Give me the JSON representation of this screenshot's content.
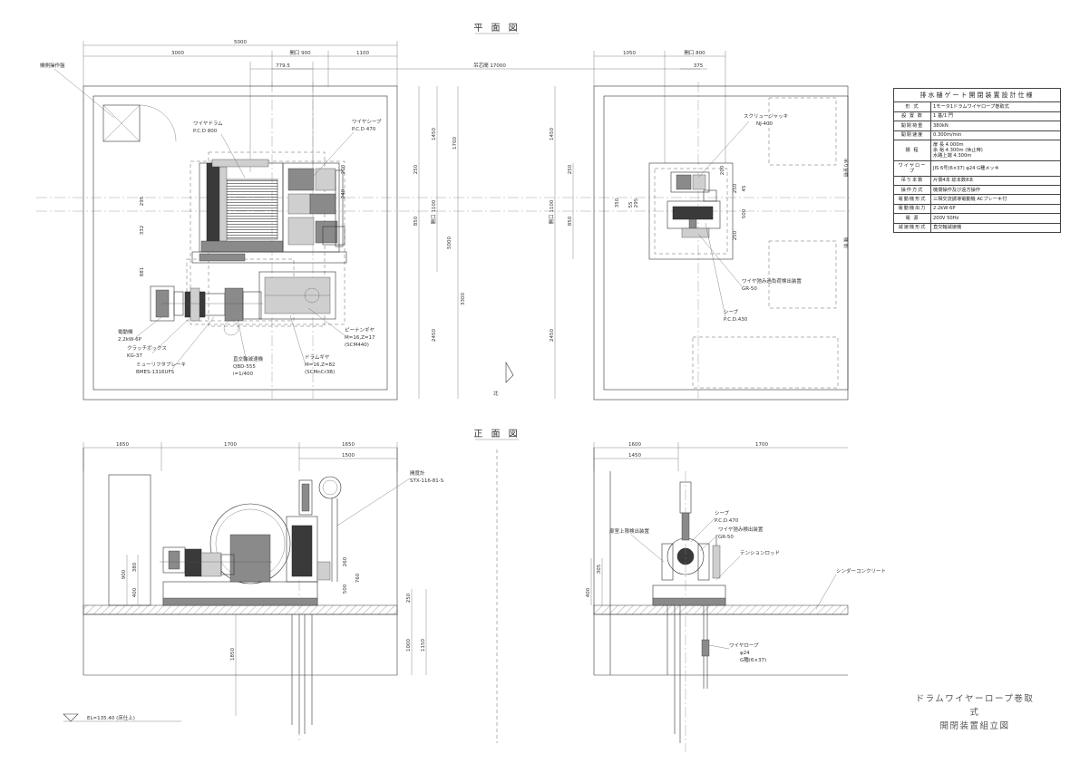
{
  "views": {
    "plan": "平 面 図",
    "front": "正 面 図"
  },
  "dims": {
    "plan_total": "5000",
    "plan_left": "3000",
    "plan_open": "開口 900",
    "plan_right": "1100",
    "plan_7795": "779.5",
    "span": "吊芯間 17000",
    "plan_r1050": "1050",
    "plan_r_open": "開口 800",
    "plan_r375": "375",
    "v1450": "1450",
    "v1700": "1700",
    "v250": "250",
    "v200": "200",
    "v240": "240",
    "v800": "開口 1100",
    "v850": "850",
    "v5000": "5000",
    "v3300": "3300",
    "v2450": "2450",
    "v295": "295",
    "v332": "332",
    "v881": "881",
    "r1450": "1450",
    "r250": "250",
    "r1100": "開口 1100",
    "r850": "850",
    "r2450": "2450",
    "r350": "350",
    "r55": "55",
    "r295": "295",
    "r200": "200",
    "r250b": "250",
    "r45": "45",
    "r500": "500",
    "r250c": "250",
    "f1650a": "1650",
    "f1700": "1700",
    "f1650b": "1650",
    "f1500": "1500",
    "f900": "900",
    "f380": "380",
    "f400": "400",
    "f500": "500",
    "f260": "260",
    "f760": "760",
    "f250": "250",
    "f1000": "1000",
    "f1150": "1150",
    "f1850": "1850",
    "g1600": "1600",
    "g1700": "1700",
    "g1450": "1450",
    "g400": "400",
    "g305": "305"
  },
  "labels": {
    "inspection_door": "機側操作盤",
    "wire_drum": "ワイヤドラム",
    "wire_drum_pcd": "P.C.D 800",
    "wire_sheave": "ワイヤシーブ",
    "wire_sheave_pcd": "P.C.D 470",
    "motor": "電動機",
    "motor_spec": "2.2kW-6P",
    "clutch": "クラッチボックス",
    "clutch_spec": "KG-37",
    "brake": "ミューリフタブレーキ",
    "brake_spec": "BMES-1316UFS",
    "reducer": "直交軸減速機",
    "reducer_spec1": "QBD-555",
    "reducer_spec2": "i=1/400",
    "pinion": "ピーナンギヤ",
    "pinion_spec1": "M=16,Z=17",
    "pinion_spec2": "(SCM440)",
    "drum_gear": "ドラムギヤ",
    "drum_gear_spec1": "M=16,Z=82",
    "drum_gear_spec2": "(SCMnCr3B)",
    "screw_jack": "スクリュージャッキ",
    "screw_jack_spec": "NJ-400",
    "wire_detector": "ワイヤ弛み過負荷検出装置",
    "wire_detector_spec": "GR-50",
    "sheave": "シーブ",
    "sheave_pcd": "P.C.D.430",
    "north": "北",
    "depth_gauge": "開度計",
    "depth_gauge_spec": "STX-116-81-S",
    "gate_detector": "扉室上限検出装置",
    "sheave_f": "シーブ",
    "sheave_f_pcd": "P.C.D.470",
    "wire_detector_f": "ワイヤ弛み検出装置",
    "wire_detector_f_spec": "GR-50",
    "tension_rod": "テンションロッド",
    "cinder_concrete": "シンダーコンクリート",
    "wire_rope": "ワイヤロープ",
    "wire_rope_d": "φ24",
    "wire_rope_spec": "G種(6×37)",
    "el": "EL=135.40 (床仕上)",
    "side_mark1": "吊り金物",
    "side_mark2": "機 側"
  },
  "spec": {
    "title": "排水樋ゲート開閉装置設計仕様",
    "rows": [
      {
        "k": "形 式",
        "v": "1モータ1ドラムワイヤロープ巻取式"
      },
      {
        "k": "設 置 数",
        "v": "1 基/1 門"
      },
      {
        "k": "開閉荷重",
        "v": "380kN"
      },
      {
        "k": "開閉速度",
        "v": "0.300m/min"
      },
      {
        "k": "揚 程",
        "v": "扉 長 4.000m\n余 裕 4.300m (休止時)\n水路上端 4.300m"
      },
      {
        "k": "ワイヤロープ",
        "v": "JIS 6号(6×37) φ24 G種メッキ"
      },
      {
        "k": "吊り本数",
        "v": "片側4本 総本数8本"
      },
      {
        "k": "操作方式",
        "v": "機側操作及び遠方操作"
      },
      {
        "k": "電動機形式",
        "v": "三相交流誘導電動機 ACブレーキ付"
      },
      {
        "k": "電動機出力",
        "v": "2.2kW 6P"
      },
      {
        "k": "電 源",
        "v": "200V 50Hz"
      },
      {
        "k": "減速機形式",
        "v": "直交軸減速機"
      }
    ]
  },
  "title_block": {
    "line1": "ドラムワイヤーロープ巻取式",
    "line2": "開閉装置組立図"
  }
}
